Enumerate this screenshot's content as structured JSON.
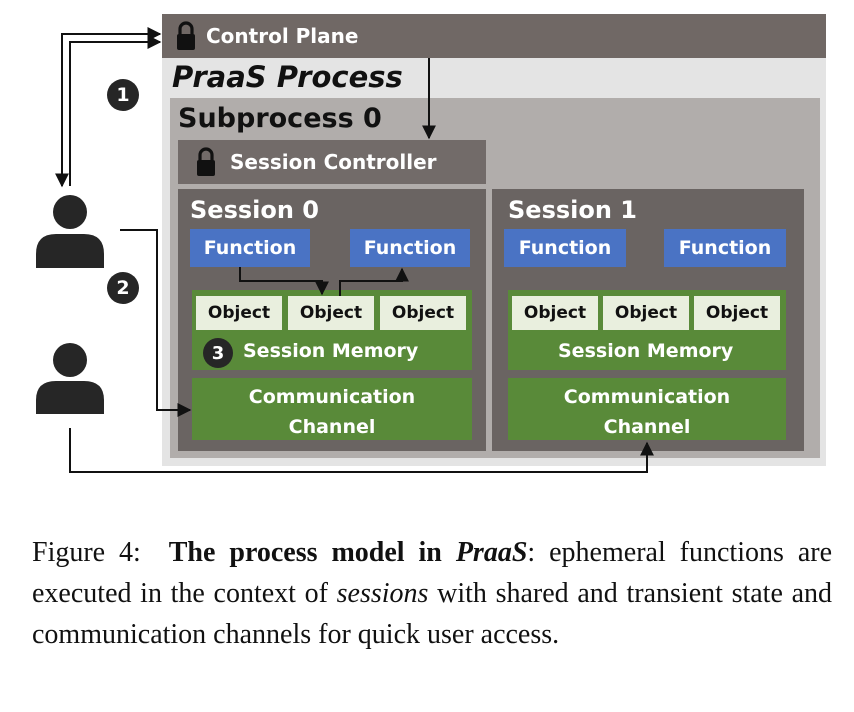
{
  "diagram": {
    "control_plane": {
      "label": "Control Plane",
      "icon": "lock-icon"
    },
    "process": {
      "label": "PraaS Process"
    },
    "subprocess": {
      "label": "Subprocess 0"
    },
    "session_controller": {
      "label": "Session Controller",
      "icon": "lock-icon"
    },
    "sessions": [
      {
        "label": "Session 0",
        "functions": [
          "Function",
          "Function"
        ],
        "objects": [
          "Object",
          "Object",
          "Object"
        ],
        "memory_label": "Session Memory",
        "channel_label_line1": "Communication",
        "channel_label_line2": "Channel"
      },
      {
        "label": "Session 1",
        "functions": [
          "Function",
          "Function"
        ],
        "objects": [
          "Object",
          "Object",
          "Object"
        ],
        "memory_label": "Session Memory",
        "channel_label_line1": "Communication",
        "channel_label_line2": "Channel"
      }
    ],
    "markers": [
      "1",
      "2",
      "3"
    ],
    "users": [
      "user-icon",
      "user-icon"
    ],
    "colors": {
      "control_plane": "#706865",
      "process": "#e4e4e4",
      "subprocess": "#b1adab",
      "session": "#6a6462",
      "function": "#4a73c4",
      "memory": "#598a39",
      "object": "#e9efde"
    }
  },
  "caption": {
    "prefix": "Figure 4:",
    "bold": "The process model in",
    "bold_italic": "PraaS",
    "text1": ": ephemeral functions are executed in the context of",
    "italic": "sessions",
    "text2": "with shared and transient state and communication channels for quick user access."
  }
}
